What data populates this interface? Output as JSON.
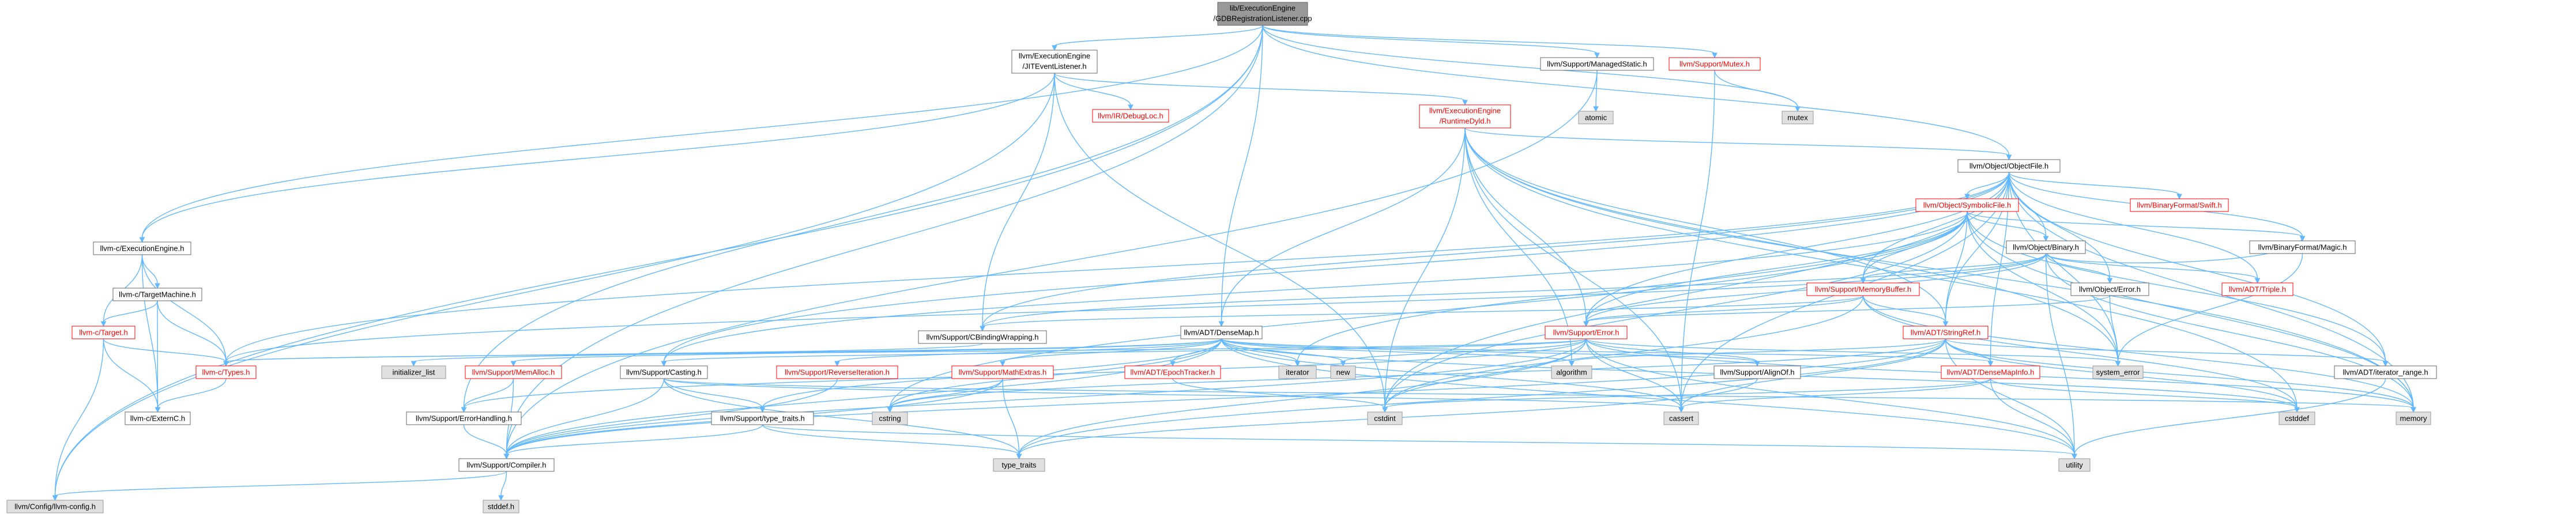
{
  "colors": {
    "edge": "#63b8ff",
    "node_border": "#666666",
    "node_fill": "#ffffff",
    "root_fill": "#999999",
    "system_fill": "#e0e0e0",
    "system_border": "#999999",
    "truncated_border": "#ff0000",
    "truncated_text": "#ff0000",
    "text": "#000000"
  },
  "nodes": [
    {
      "id": "root",
      "lines": [
        "lib/ExecutionEngine",
        "/GDBRegistrationListener.cpp"
      ],
      "kind": "root"
    },
    {
      "id": "jitevt",
      "lines": [
        "llvm/ExecutionEngine",
        "/JITEventListener.h"
      ],
      "kind": "normal"
    },
    {
      "id": "managed",
      "lines": [
        "llvm/Support/ManagedStatic.h"
      ],
      "kind": "normal"
    },
    {
      "id": "mutex",
      "lines": [
        "llvm/Support/Mutex.h"
      ],
      "kind": "truncated"
    },
    {
      "id": "debugloc",
      "lines": [
        "llvm/IR/DebugLoc.h"
      ],
      "kind": "truncated"
    },
    {
      "id": "rtdyld",
      "lines": [
        "llvm/ExecutionEngine",
        "/RuntimeDyld.h"
      ],
      "kind": "truncated"
    },
    {
      "id": "atomic",
      "lines": [
        "atomic"
      ],
      "kind": "system"
    },
    {
      "id": "mutexsys",
      "lines": [
        "mutex"
      ],
      "kind": "system"
    },
    {
      "id": "objfile",
      "lines": [
        "llvm/Object/ObjectFile.h"
      ],
      "kind": "normal"
    },
    {
      "id": "cexec",
      "lines": [
        "llvm-c/ExecutionEngine.h"
      ],
      "kind": "normal"
    },
    {
      "id": "symfile",
      "lines": [
        "llvm/Object/SymbolicFile.h"
      ],
      "kind": "truncated"
    },
    {
      "id": "swift",
      "lines": [
        "llvm/BinaryFormat/Swift.h"
      ],
      "kind": "truncated"
    },
    {
      "id": "ctarget",
      "lines": [
        "llvm-c/TargetMachine.h"
      ],
      "kind": "normal"
    },
    {
      "id": "binary",
      "lines": [
        "llvm/Object/Binary.h"
      ],
      "kind": "normal"
    },
    {
      "id": "magic",
      "lines": [
        "llvm/BinaryFormat/Magic.h"
      ],
      "kind": "normal"
    },
    {
      "id": "memorybuffer",
      "lines": [
        "llvm/Support/MemoryBuffer.h"
      ],
      "kind": "truncated"
    },
    {
      "id": "objerror",
      "lines": [
        "llvm/Object/Error.h"
      ],
      "kind": "normal"
    },
    {
      "id": "triple",
      "lines": [
        "llvm/ADT/Triple.h"
      ],
      "kind": "truncated"
    },
    {
      "id": "ctargeth",
      "lines": [
        "llvm-c/Target.h"
      ],
      "kind": "truncated"
    },
    {
      "id": "cbinding",
      "lines": [
        "llvm/Support/CBindingWrapping.h"
      ],
      "kind": "normal"
    },
    {
      "id": "densemap",
      "lines": [
        "llvm/ADT/DenseMap.h"
      ],
      "kind": "normal"
    },
    {
      "id": "superror",
      "lines": [
        "llvm/Support/Error.h"
      ],
      "kind": "truncated"
    },
    {
      "id": "stringref",
      "lines": [
        "llvm/ADT/StringRef.h"
      ],
      "kind": "truncated"
    },
    {
      "id": "ctypes",
      "lines": [
        "llvm-c/Types.h"
      ],
      "kind": "truncated"
    },
    {
      "id": "initlist",
      "lines": [
        "initializer_list"
      ],
      "kind": "system"
    },
    {
      "id": "memalloc",
      "lines": [
        "llvm/Support/MemAlloc.h"
      ],
      "kind": "truncated"
    },
    {
      "id": "casting",
      "lines": [
        "llvm/Support/Casting.h"
      ],
      "kind": "normal"
    },
    {
      "id": "reviter",
      "lines": [
        "llvm/Support/ReverseIteration.h"
      ],
      "kind": "truncated"
    },
    {
      "id": "mathextras",
      "lines": [
        "llvm/Support/MathExtras.h"
      ],
      "kind": "truncated"
    },
    {
      "id": "epoch",
      "lines": [
        "llvm/ADT/EpochTracker.h"
      ],
      "kind": "truncated"
    },
    {
      "id": "iterator",
      "lines": [
        "iterator"
      ],
      "kind": "system"
    },
    {
      "id": "new",
      "lines": [
        "new"
      ],
      "kind": "system"
    },
    {
      "id": "algorithm",
      "lines": [
        "algorithm"
      ],
      "kind": "system"
    },
    {
      "id": "alignof",
      "lines": [
        "llvm/Support/AlignOf.h"
      ],
      "kind": "normal"
    },
    {
      "id": "densemapinfo",
      "lines": [
        "llvm/ADT/DenseMapInfo.h"
      ],
      "kind": "truncated"
    },
    {
      "id": "syserror",
      "lines": [
        "system_error"
      ],
      "kind": "system"
    },
    {
      "id": "iterrange",
      "lines": [
        "llvm/ADT/iterator_range.h"
      ],
      "kind": "normal"
    },
    {
      "id": "cexternc",
      "lines": [
        "llvm-c/ExternC.h"
      ],
      "kind": "normal"
    },
    {
      "id": "errhandling",
      "lines": [
        "llvm/Support/ErrorHandling.h"
      ],
      "kind": "normal"
    },
    {
      "id": "typetraitsh",
      "lines": [
        "llvm/Support/type_traits.h"
      ],
      "kind": "normal"
    },
    {
      "id": "cstring",
      "lines": [
        "cstring"
      ],
      "kind": "system"
    },
    {
      "id": "cstdint",
      "lines": [
        "cstdint"
      ],
      "kind": "system"
    },
    {
      "id": "cassert",
      "lines": [
        "cassert"
      ],
      "kind": "system"
    },
    {
      "id": "cstddef",
      "lines": [
        "cstddef"
      ],
      "kind": "system"
    },
    {
      "id": "memory",
      "lines": [
        "memory"
      ],
      "kind": "system"
    },
    {
      "id": "compiler",
      "lines": [
        "llvm/Support/Compiler.h"
      ],
      "kind": "normal"
    },
    {
      "id": "typetraits",
      "lines": [
        "type_traits"
      ],
      "kind": "system"
    },
    {
      "id": "utility",
      "lines": [
        "utility"
      ],
      "kind": "system"
    },
    {
      "id": "config",
      "lines": [
        "llvm/Config/llvm-config.h"
      ],
      "kind": "system"
    },
    {
      "id": "stddef",
      "lines": [
        "stddef.h"
      ],
      "kind": "system"
    }
  ],
  "edges": [
    [
      "root",
      "jitevt"
    ],
    [
      "root",
      "managed"
    ],
    [
      "root",
      "mutex"
    ],
    [
      "root",
      "mutexsys"
    ],
    [
      "root",
      "objfile"
    ],
    [
      "root",
      "cexec"
    ],
    [
      "root",
      "compiler"
    ],
    [
      "root",
      "errhandling"
    ],
    [
      "root",
      "densemap"
    ],
    [
      "root",
      "config"
    ],
    [
      "jitevt",
      "debugloc"
    ],
    [
      "jitevt",
      "rtdyld"
    ],
    [
      "jitevt",
      "cexec"
    ],
    [
      "jitevt",
      "cbinding"
    ],
    [
      "jitevt",
      "config"
    ],
    [
      "jitevt",
      "cstdint"
    ],
    [
      "managed",
      "atomic"
    ],
    [
      "managed",
      "compiler"
    ],
    [
      "mutex",
      "cassert"
    ],
    [
      "mutex",
      "mutexsys"
    ],
    [
      "rtdyld",
      "objfile"
    ],
    [
      "rtdyld",
      "stringref"
    ],
    [
      "rtdyld",
      "superror"
    ],
    [
      "rtdyld",
      "algorithm"
    ],
    [
      "rtdyld",
      "cassert"
    ],
    [
      "rtdyld",
      "cstddef"
    ],
    [
      "rtdyld",
      "cstdint"
    ],
    [
      "rtdyld",
      "memory"
    ],
    [
      "rtdyld",
      "syserror"
    ],
    [
      "rtdyld",
      "densemap"
    ],
    [
      "objfile",
      "symfile"
    ],
    [
      "objfile",
      "swift"
    ],
    [
      "objfile",
      "binary"
    ],
    [
      "objfile",
      "magic"
    ],
    [
      "objfile",
      "memorybuffer"
    ],
    [
      "objfile",
      "objerror"
    ],
    [
      "objfile",
      "triple"
    ],
    [
      "objfile",
      "iterrange"
    ],
    [
      "objfile",
      "stringref"
    ],
    [
      "objfile",
      "superror"
    ],
    [
      "objfile",
      "casting"
    ],
    [
      "objfile",
      "cassert"
    ],
    [
      "objfile",
      "cstdint"
    ],
    [
      "objfile",
      "memory"
    ],
    [
      "objfile",
      "syserror"
    ],
    [
      "objfile",
      "ctypes"
    ],
    [
      "objfile",
      "densemapinfo"
    ],
    [
      "objfile",
      "cbinding"
    ],
    [
      "cexec",
      "ctarget"
    ],
    [
      "cexec",
      "ctargeth"
    ],
    [
      "cexec",
      "ctypes"
    ],
    [
      "cexec",
      "cexternc"
    ],
    [
      "ctarget",
      "ctargeth"
    ],
    [
      "ctarget",
      "ctypes"
    ],
    [
      "ctarget",
      "cexternc"
    ],
    [
      "ctargeth",
      "cexternc"
    ],
    [
      "ctargeth",
      "config"
    ],
    [
      "ctargeth",
      "ctypes"
    ],
    [
      "symfile",
      "binary"
    ],
    [
      "symfile",
      "magic"
    ],
    [
      "symfile",
      "memorybuffer"
    ],
    [
      "symfile",
      "iterrange"
    ],
    [
      "symfile",
      "stringref"
    ],
    [
      "symfile",
      "superror"
    ],
    [
      "symfile",
      "casting"
    ],
    [
      "symfile",
      "cstdint"
    ],
    [
      "symfile",
      "memory"
    ],
    [
      "symfile",
      "syserror"
    ],
    [
      "symfile",
      "iterator"
    ],
    [
      "symfile",
      "cstring"
    ],
    [
      "binary",
      "magic"
    ],
    [
      "binary",
      "memorybuffer"
    ],
    [
      "binary",
      "objerror"
    ],
    [
      "binary",
      "triple"
    ],
    [
      "binary",
      "superror"
    ],
    [
      "binary",
      "memory"
    ],
    [
      "binary",
      "utility"
    ],
    [
      "binary",
      "ctypes"
    ],
    [
      "binary",
      "cbinding"
    ],
    [
      "magic",
      "syserror"
    ],
    [
      "memorybuffer",
      "cbinding"
    ],
    [
      "memorybuffer",
      "stringref"
    ],
    [
      "memorybuffer",
      "superror"
    ],
    [
      "memorybuffer",
      "cstddef"
    ],
    [
      "memorybuffer",
      "cstdint"
    ],
    [
      "memorybuffer",
      "memory"
    ],
    [
      "objerror",
      "superror"
    ],
    [
      "objerror",
      "syserror"
    ],
    [
      "cbinding",
      "ctypes"
    ],
    [
      "densemap",
      "densemapinfo"
    ],
    [
      "densemap",
      "epoch"
    ],
    [
      "densemap",
      "alignof"
    ],
    [
      "densemap",
      "compiler"
    ],
    [
      "densemap",
      "mathextras"
    ],
    [
      "densemap",
      "memalloc"
    ],
    [
      "densemap",
      "reviter"
    ],
    [
      "densemap",
      "typetraitsh"
    ],
    [
      "densemap",
      "algorithm"
    ],
    [
      "densemap",
      "cassert"
    ],
    [
      "densemap",
      "cstddef"
    ],
    [
      "densemap",
      "cstring"
    ],
    [
      "densemap",
      "initlist"
    ],
    [
      "densemap",
      "iterator"
    ],
    [
      "densemap",
      "new"
    ],
    [
      "densemap",
      "utility"
    ],
    [
      "superror",
      "errhandling"
    ],
    [
      "superror",
      "compiler"
    ],
    [
      "superror",
      "alignof"
    ],
    [
      "superror",
      "casting"
    ],
    [
      "superror",
      "cassert"
    ],
    [
      "superror",
      "cstdint"
    ],
    [
      "superror",
      "memory"
    ],
    [
      "superror",
      "new"
    ],
    [
      "superror",
      "syserror"
    ],
    [
      "superror",
      "typetraits"
    ],
    [
      "superror",
      "utility"
    ],
    [
      "superror",
      "ctypes"
    ],
    [
      "stringref",
      "densemapinfo"
    ],
    [
      "stringref",
      "compiler"
    ],
    [
      "stringref",
      "algorithm"
    ],
    [
      "stringref",
      "cassert"
    ],
    [
      "stringref",
      "cstddef"
    ],
    [
      "stringref",
      "cstring"
    ],
    [
      "stringref",
      "memory"
    ],
    [
      "stringref",
      "typetraits"
    ],
    [
      "stringref",
      "utility"
    ],
    [
      "stringref",
      "iterrange"
    ],
    [
      "ctypes",
      "cexternc"
    ],
    [
      "memalloc",
      "compiler"
    ],
    [
      "memalloc",
      "errhandling"
    ],
    [
      "casting",
      "compiler"
    ],
    [
      "casting",
      "typetraitsh"
    ],
    [
      "casting",
      "cassert"
    ],
    [
      "casting",
      "memory"
    ],
    [
      "casting",
      "typetraits"
    ],
    [
      "reviter",
      "compiler"
    ],
    [
      "mathextras",
      "compiler"
    ],
    [
      "mathextras",
      "cstring"
    ],
    [
      "mathextras",
      "typetraits"
    ],
    [
      "epoch",
      "cstdint"
    ],
    [
      "alignof",
      "typetraits"
    ],
    [
      "densemapinfo",
      "cassert"
    ],
    [
      "densemapinfo",
      "cstddef"
    ],
    [
      "densemapinfo",
      "cstdint"
    ],
    [
      "densemapinfo",
      "utility"
    ],
    [
      "iterrange",
      "utility"
    ],
    [
      "errhandling",
      "compiler"
    ],
    [
      "typetraitsh",
      "compiler"
    ],
    [
      "typetraitsh",
      "typetraits"
    ],
    [
      "typetraitsh",
      "utility"
    ],
    [
      "compiler",
      "config"
    ],
    [
      "compiler",
      "stddef"
    ]
  ]
}
